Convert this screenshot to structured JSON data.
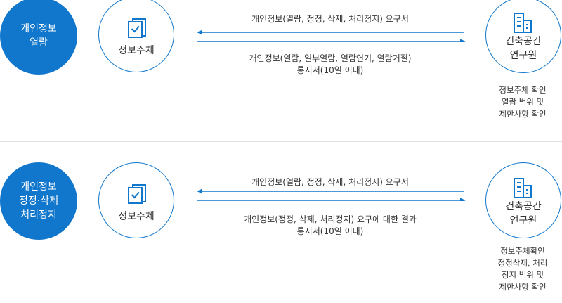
{
  "rows": [
    {
      "tag": "개인정보\n열람",
      "subject": "정보주체",
      "institute": "건축공간\n연구원",
      "request": "개인정보(열람, 정정, 삭제, 처리정지) 요구서",
      "response": "개인정보(열람, 일부열람, 열람연기, 열람거절)\n통지서(10일 이내)",
      "note": "정보주체 확인\n열람 범위 및\n제한사항 확인"
    },
    {
      "tag": "개인정보\n정정·삭제\n처리정지",
      "subject": "정보주체",
      "institute": "건축공간\n연구원",
      "request": "개인정보(열람, 정정, 삭제, 처리정지) 요구서",
      "response": "개인정보(정정, 삭제, 처리정지) 요구에 대한 결과\n통지서(10일 이내)",
      "note": "정보주체확인\n정정삭제, 처리\n정지 범위 및\n제한사항 확인"
    }
  ],
  "icons": {
    "subject": "document-check-icon",
    "institute": "building-icon"
  },
  "colors": {
    "accent": "#1177cc",
    "text": "#333333",
    "divider": "#e2e2e2"
  }
}
